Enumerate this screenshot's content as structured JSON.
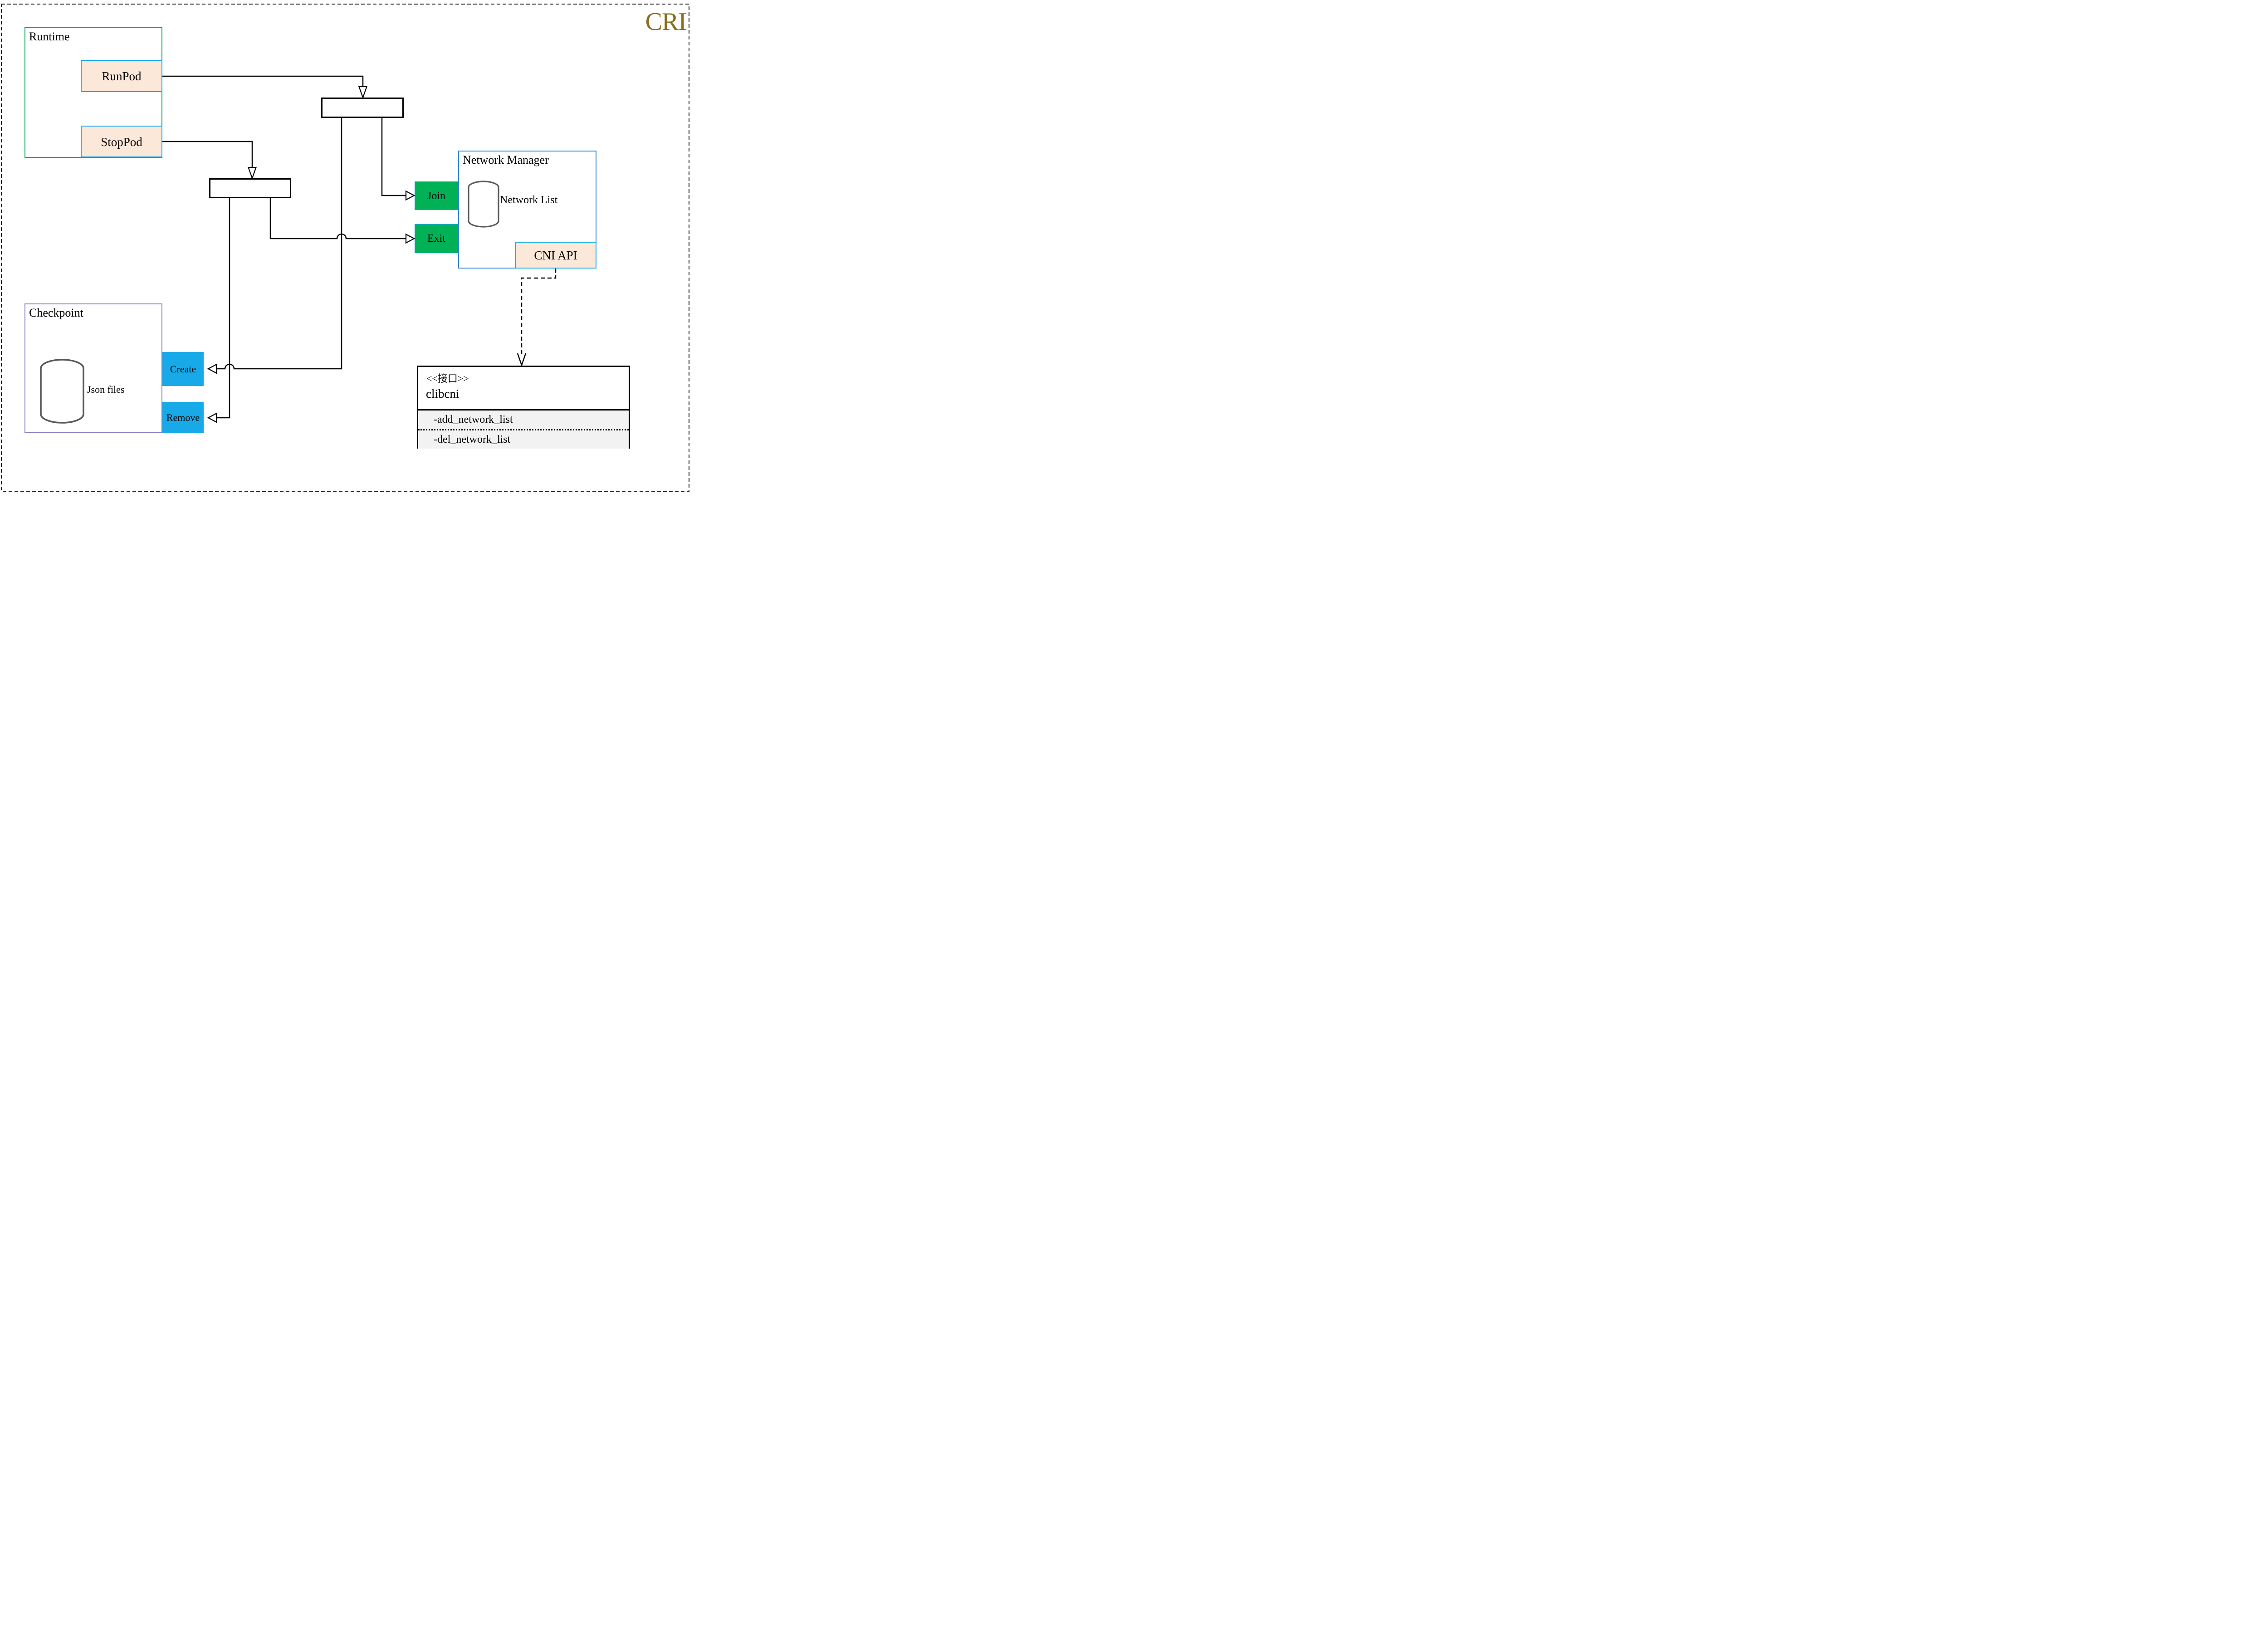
{
  "diagram": {
    "corner_label": "CRI",
    "runtime": {
      "title": "Runtime",
      "runpod_label": "RunPod",
      "stoppod_label": "StopPod"
    },
    "network_manager": {
      "title": "Network Manager",
      "store_label": "Network List",
      "api_label": "CNI API",
      "join_label": "Join",
      "exit_label": "Exit"
    },
    "checkpoint": {
      "title": "Checkpoint",
      "store_label": "Json files",
      "create_label": "Create",
      "remove_label": "Remove"
    },
    "clibcni": {
      "stereotype": "<<接口>>",
      "name": "clibcni",
      "methods": [
        "-add_network_list",
        "-del_network_list"
      ]
    },
    "colors": {
      "corner_label": "#8a6d1a",
      "runtime_border": "#00ae54",
      "checkpoint_border": "#8d7cbd",
      "network_manager_border": "#2e86d0",
      "cyan_border": "#18aae8",
      "peach_fill": "#fce8d9",
      "green_fill": "#00b156",
      "blue_fill": "#18aae8",
      "interface_lower_fill": "#f2f2f2",
      "connector": "#000000"
    }
  }
}
